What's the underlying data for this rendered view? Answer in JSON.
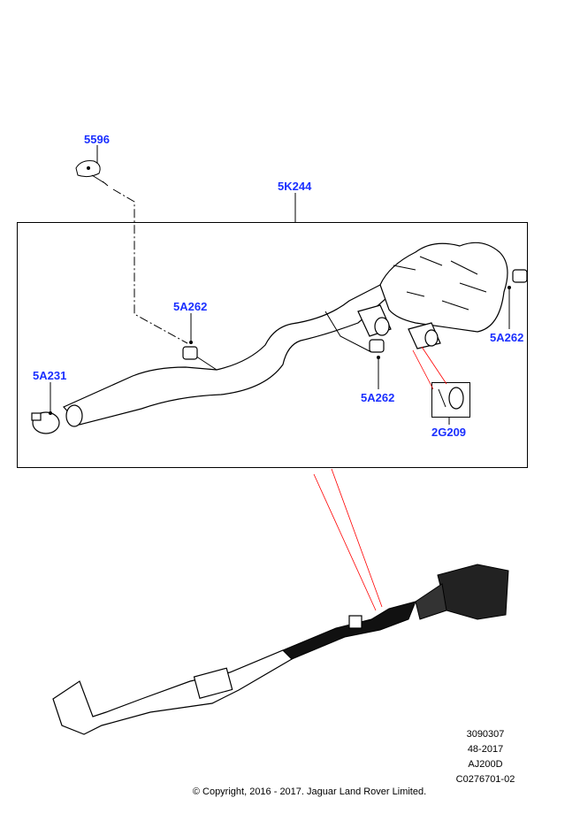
{
  "callouts": {
    "heat_shield": "5596",
    "muffler_assembly": "5K244",
    "insulator_front": "5A262",
    "clamp": "5A231",
    "insulator_mid": "5A262",
    "insulator_rear": "5A262",
    "bolt_kit": "2G209"
  },
  "footer": {
    "illustration_number": "3090307",
    "date_code": "48-2017",
    "engine_code": "AJ200D",
    "drawing_code": "C0276701-02",
    "copyright": "© Copyright, 2016 - 2017. Jaguar Land Rover Limited."
  },
  "colors": {
    "callout": "#1a2fff",
    "leader_red": "#ff0000"
  }
}
